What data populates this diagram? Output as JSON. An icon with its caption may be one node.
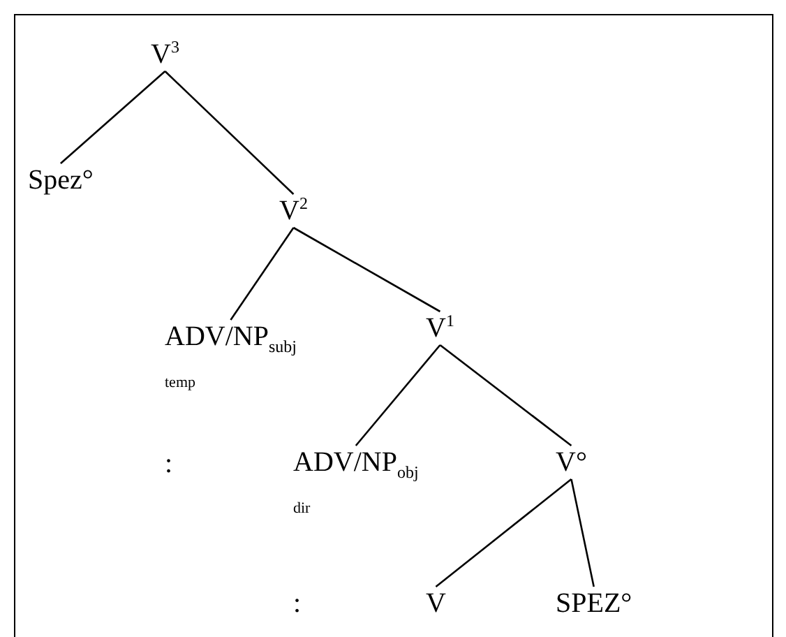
{
  "diagram": {
    "nodes": [
      {
        "text": [
          "V$^{3}$"
        ]
      },
      {
        "text": [
          "Spez°"
        ]
      },
      {
        "text": [
          "V$^{2}$"
        ]
      },
      {
        "text": [
          "ADV/NP$_{subj}$"
        ],
        "beside": [
          "temp"
        ]
      },
      {
        "text": [
          "V$^{1}$"
        ]
      },
      {
        "text": [
          "ADV/NP$_{obj}$"
        ],
        "beside": [
          "dir"
        ]
      },
      {
        "text": [
          "V°"
        ]
      },
      {
        "text": [
          "V"
        ]
      },
      {
        "text": [
          "SPEZ°"
        ]
      }
    ],
    "edges": [
      {
        "from": 0,
        "to": 1,
        "arrow": "none"
      },
      {
        "from": 0,
        "to": 2,
        "arrow": "none"
      },
      {
        "from": 2,
        "to": 3,
        "arrow": "none"
      },
      {
        "from": 2,
        "to": 4,
        "arrow": "none"
      },
      {
        "from": 4,
        "to": 5,
        "arrow": "none"
      },
      {
        "from": 4,
        "to": 6,
        "arrow": "none"
      },
      {
        "from": 6,
        "to": 7,
        "arrow": "none"
      },
      {
        "from": 6,
        "to": 8,
        "arrow": "none"
      }
    ],
    "labels": [
      ":",
      ":"
    ]
  }
}
